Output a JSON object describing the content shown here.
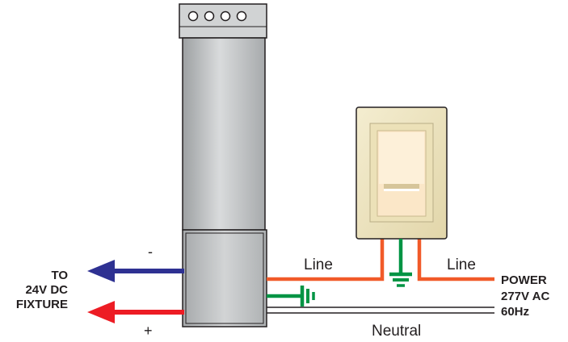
{
  "polarity": {
    "minus": "-",
    "plus": "+"
  },
  "output_label": [
    "TO",
    "24V DC",
    "FIXTURE"
  ],
  "power_label": [
    "POWER",
    "277V AC",
    "60Hz"
  ],
  "wires": {
    "line_left": "Line",
    "line_right": "Line",
    "neutral": "Neutral"
  },
  "colors": {
    "negative": "#2e3192",
    "positive": "#ed1c24",
    "line": "#f15a29",
    "ground": "#009444",
    "neutral": "#231f20",
    "plate": "#efe6c3",
    "rocker": "#fbe7c8",
    "driver_body": "#c4c6c8"
  },
  "icons": {
    "driver": "power-supply-driver-icon",
    "switch": "wall-dimmer-switch-icon",
    "ground": "ground-symbol-icon"
  }
}
